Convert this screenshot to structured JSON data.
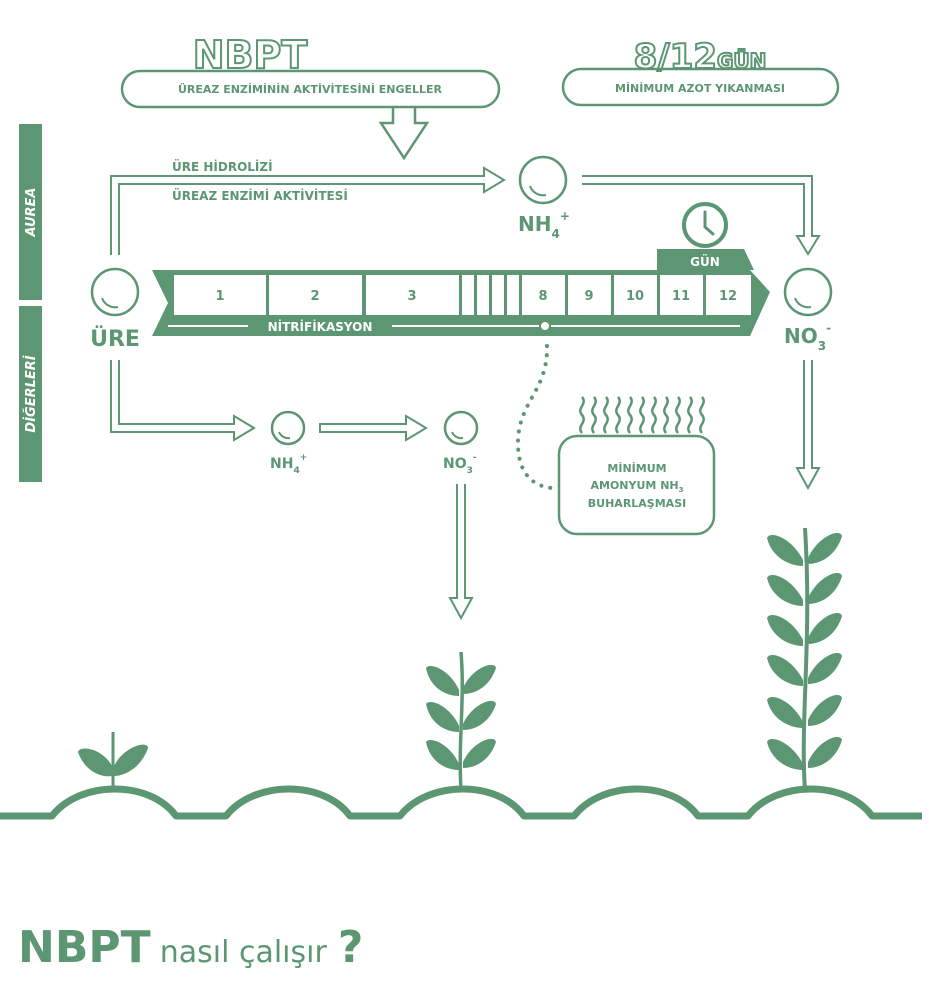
{
  "colors": {
    "accent": "#5c9672",
    "background": "#ffffff"
  },
  "header": {
    "nbpt_title": "NBPT",
    "nbpt_box": "ÜREAZ ENZİMİNİN AKTİVİTESİNİ ENGELLER",
    "days_title_num": "8/12",
    "days_title_unit": "GÜN",
    "days_box": "MİNİMUM AZOT YIKANMASI"
  },
  "side_labels": {
    "top": "AUREA",
    "bottom": "DİĞERLERİ"
  },
  "process": {
    "hydrolysis": "ÜRE HİDROLİZİ",
    "enzyme": "ÜREAZ ENZİMİ AKTİVİTESİ",
    "nh4_base": "NH",
    "nh4_sub": "4",
    "nh4_sup": "+",
    "no3_base": "NO",
    "no3_sub": "3",
    "no3_sup": "-",
    "urea": "ÜRE",
    "nitrification": "NİTRİFİKASYON",
    "day_label": "GÜN",
    "timeline_cells": [
      "1",
      "2",
      "3",
      "8",
      "9",
      "10",
      "11",
      "12"
    ],
    "clock_icon": "clock-icon"
  },
  "others": {
    "nh4_base": "NH",
    "nh4_sub": "4",
    "nh4_sup": "+",
    "no3_base": "NO",
    "no3_sub": "3",
    "no3_sup": "-"
  },
  "evaporation": {
    "line1": "MİNİMUM",
    "line2": "AMONYUM NH",
    "line2_sub": "3",
    "line3": "BUHARLAŞMASI"
  },
  "footer": {
    "title_bold": "NBPT",
    "title_rest": "nasıl çalışır",
    "question": "?"
  }
}
